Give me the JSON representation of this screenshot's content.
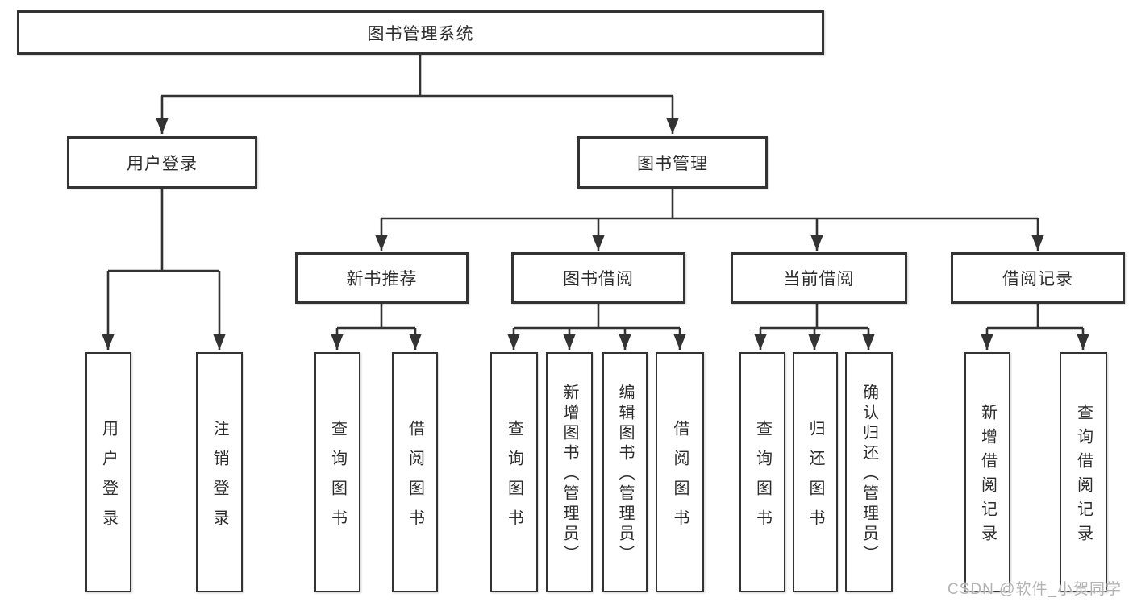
{
  "tree": {
    "root": {
      "label": "图书管理系统",
      "children": [
        {
          "label": "用户登录",
          "children": [
            {
              "label": "用户登录"
            },
            {
              "label": "注销登录"
            }
          ]
        },
        {
          "label": "图书管理",
          "children": [
            {
              "label": "新书推荐",
              "children": [
                {
                  "label": "查询图书"
                },
                {
                  "label": "借阅图书"
                }
              ]
            },
            {
              "label": "图书借阅",
              "children": [
                {
                  "label": "查询图书"
                },
                {
                  "label": "新增图书（管理员）"
                },
                {
                  "label": "编辑图书（管理员）"
                },
                {
                  "label": "借阅图书"
                }
              ]
            },
            {
              "label": "当前借阅",
              "children": [
                {
                  "label": "查询图书"
                },
                {
                  "label": "归还图书"
                },
                {
                  "label": "确认归还（管理员）"
                }
              ]
            },
            {
              "label": "借阅记录",
              "children": [
                {
                  "label": "新增借阅记录"
                },
                {
                  "label": "查询借阅记录"
                }
              ]
            }
          ]
        }
      ]
    }
  },
  "watermark": {
    "text": "CSDN @软件_小贺同学"
  },
  "colors": {
    "line": "#333333",
    "box_border": "#333333",
    "text": "#2b2b2b",
    "watermark": "#b3b3b3",
    "background": "#ffffff"
  }
}
